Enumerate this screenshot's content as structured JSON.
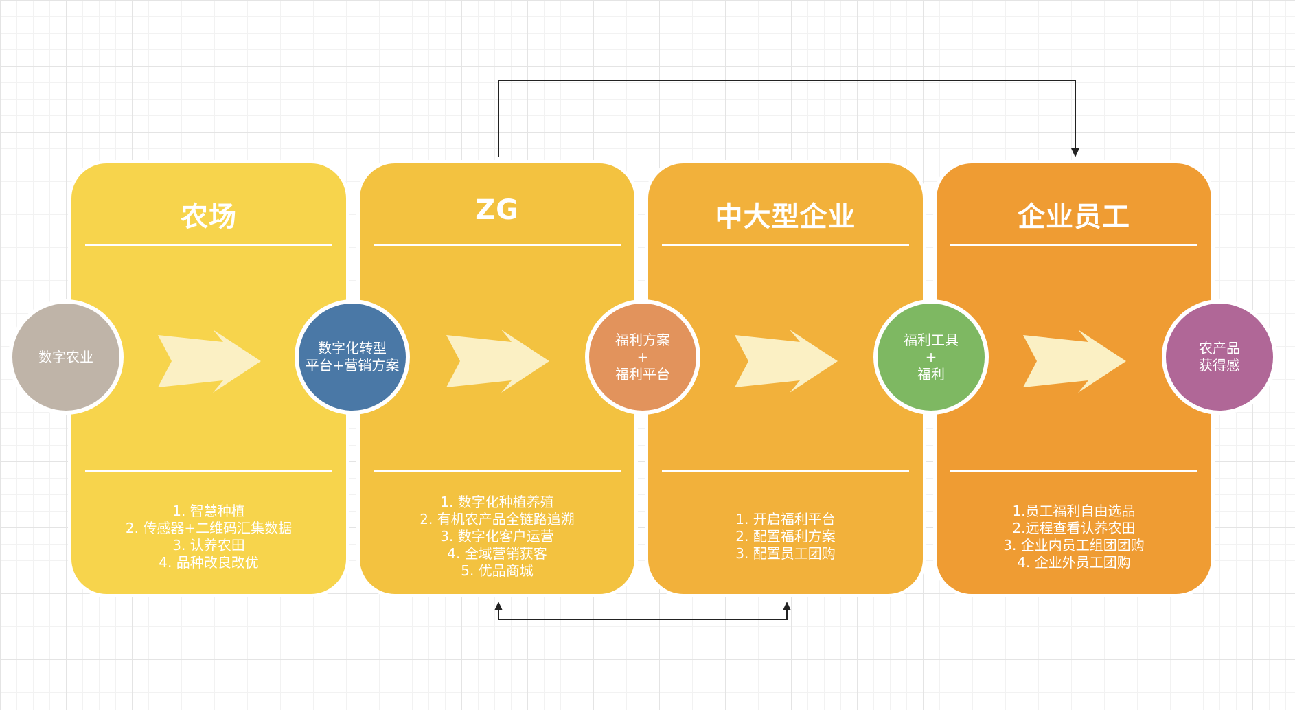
{
  "panels": [
    {
      "title": "农场",
      "color": "#f7d44c",
      "items": [
        "1. 智慧种植",
        "2. 传感器+二维码汇集数据",
        "3. 认养农田",
        "4. 品种改良改优"
      ]
    },
    {
      "title": "ZG",
      "color": "#f3c240",
      "items": [
        "1. 数字化种植养殖",
        "2. 有机农产品全链路追溯",
        "3. 数字化客户运营",
        "4. 全域营销获客",
        "5. 优品商城"
      ]
    },
    {
      "title": "中大型企业",
      "color": "#f2b13b",
      "items": [
        "1. 开启福利平台",
        "2. 配置福利方案",
        "3. 配置员工团购"
      ]
    },
    {
      "title": "企业员工",
      "color": "#ef9c33",
      "items": [
        "1.员工福利自由选品",
        "2.远程查看认养农田",
        "3. 企业内员工组团团购",
        "4. 企业外员工团购"
      ]
    }
  ],
  "nodes": [
    {
      "lines": [
        "数字农业"
      ],
      "color": "#bfb4a8"
    },
    {
      "lines": [
        "数字化转型",
        "平台+营销方案"
      ],
      "color": "#4a78a6"
    },
    {
      "lines": [
        "福利方案",
        "+",
        "福利平台"
      ],
      "color": "#e2935c"
    },
    {
      "lines": [
        "福利工具",
        "+",
        "福利"
      ],
      "color": "#7eb862"
    },
    {
      "lines": [
        "农产品",
        "获得感"
      ],
      "color": "#b06797"
    }
  ],
  "colors": {
    "arrow_fill": "#fbf0c4",
    "connector": "#222222",
    "border": "#ffffff"
  }
}
